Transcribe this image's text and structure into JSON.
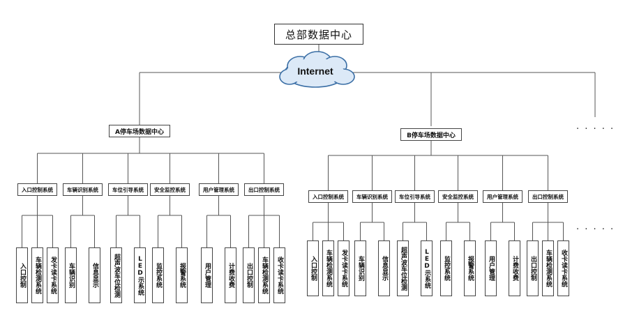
{
  "root": "总部数据中心",
  "cloud": "Internet",
  "more": "· · · · ·",
  "parks": [
    {
      "name": "A停车场数据中心",
      "systems": [
        {
          "name": "入口控制系统",
          "leaves": [
            "入口控制",
            "车辆检测系统",
            "发卡读卡系统"
          ]
        },
        {
          "name": "车辆识别系统",
          "leaves": [
            "车辆识别",
            "信息显示"
          ]
        },
        {
          "name": "车位引导系统",
          "leaves": [
            "超声波车位检测",
            "LED示系统"
          ]
        },
        {
          "name": "安全监控系统",
          "leaves": [
            "监控系统",
            "报警系统"
          ]
        },
        {
          "name": "用户管理系统",
          "leaves": [
            "用户管理",
            "计费收费"
          ]
        },
        {
          "name": "出口控制系统",
          "leaves": [
            "出口控制",
            "车辆检测系统",
            "收卡读卡系统"
          ]
        }
      ]
    },
    {
      "name": "B停车场数据中心",
      "systems": [
        {
          "name": "入口控制系统",
          "leaves": [
            "入口控制",
            "车辆检测系统",
            "发卡读卡系统"
          ]
        },
        {
          "name": "车辆识别系统",
          "leaves": [
            "车辆识别",
            "信息显示"
          ]
        },
        {
          "name": "车位引导系统",
          "leaves": [
            "超声波车位检测",
            "LED示系统"
          ]
        },
        {
          "name": "安全监控系统",
          "leaves": [
            "监控系统",
            "报警系统"
          ]
        },
        {
          "name": "用户管理系统",
          "leaves": [
            "用户管理",
            "计费收费"
          ]
        },
        {
          "name": "出口控制系统",
          "leaves": [
            "出口控制",
            "车辆检测系统",
            "收卡读卡系统"
          ]
        }
      ]
    }
  ]
}
